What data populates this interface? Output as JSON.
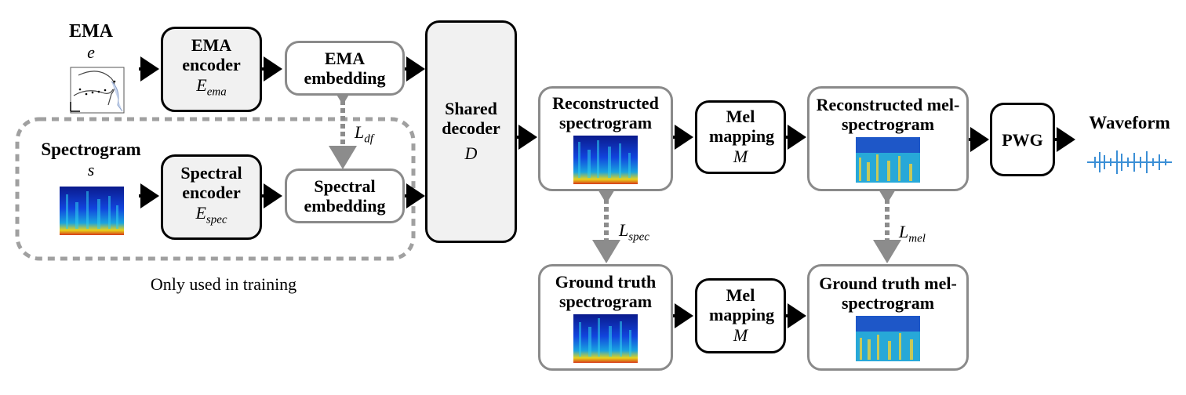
{
  "inputs": {
    "ema": {
      "title": "EMA",
      "symbol": "e"
    },
    "spectrogram": {
      "title": "Spectrogram",
      "symbol": "s"
    }
  },
  "blocks": {
    "ema_encoder": {
      "label": "EMA encoder",
      "sym": "E",
      "sub": "ema"
    },
    "ema_embedding": {
      "label": "EMA embedding"
    },
    "spectral_encoder": {
      "label": "Spectral encoder",
      "sym": "E",
      "sub": "spec"
    },
    "spectral_embedding": {
      "label": "Spectral embedding"
    },
    "shared_decoder": {
      "label": "Shared decoder",
      "sym": "D"
    },
    "recon_spec": {
      "label": "Reconstructed spectrogram"
    },
    "mel_mapping_top": {
      "label": "Mel mapping",
      "sym": "M"
    },
    "recon_mel": {
      "label": "Reconstructed mel-spectrogram"
    },
    "pwg": {
      "label": "PWG"
    },
    "gt_spec": {
      "label": "Ground truth spectrogram"
    },
    "mel_mapping_bottom": {
      "label": "Mel mapping",
      "sym": "M"
    },
    "gt_mel": {
      "label": "Ground truth mel-spectrogram"
    }
  },
  "output": {
    "title": "Waveform"
  },
  "losses": {
    "df": {
      "sym": "L",
      "sub": "df"
    },
    "spec": {
      "sym": "L",
      "sub": "spec"
    },
    "mel": {
      "sym": "L",
      "sub": "mel"
    }
  },
  "training_note": "Only used in training",
  "colors": {
    "box_border": "#000000",
    "embed_border": "#8a8a8a",
    "box_fill": "#f1f1f1",
    "dashed": "#a0a0a0",
    "loss_arrow": "#8c8c8c"
  }
}
